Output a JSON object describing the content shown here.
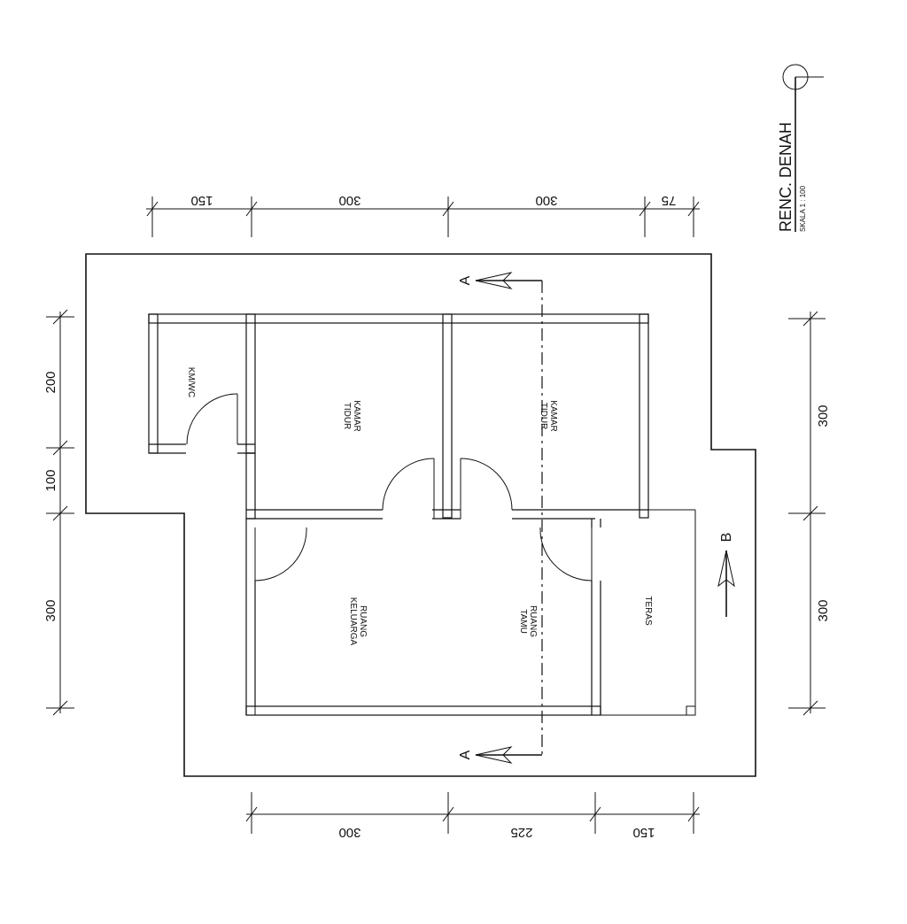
{
  "title": "RENC. DENAH",
  "scale": "SKALA 1 : 100",
  "dims": {
    "top": [
      "150",
      "300",
      "300",
      "75"
    ],
    "bottom": [
      "300",
      "225",
      "150"
    ],
    "left": [
      "200",
      "100",
      "300"
    ],
    "right": [
      "300",
      "300"
    ]
  },
  "rooms": {
    "kmwc": "KM/WC",
    "kamar1": [
      "KAMAR",
      "TIDUR"
    ],
    "kamar2": [
      "KAMAR",
      "TIDUR"
    ],
    "keluarga": [
      "RUANG",
      "KELUARGA"
    ],
    "tamu": [
      "RUANG",
      "TAMU"
    ],
    "teras": "TERAS"
  },
  "sections": {
    "a_top": "A",
    "a_bottom": "A",
    "b": "B"
  }
}
